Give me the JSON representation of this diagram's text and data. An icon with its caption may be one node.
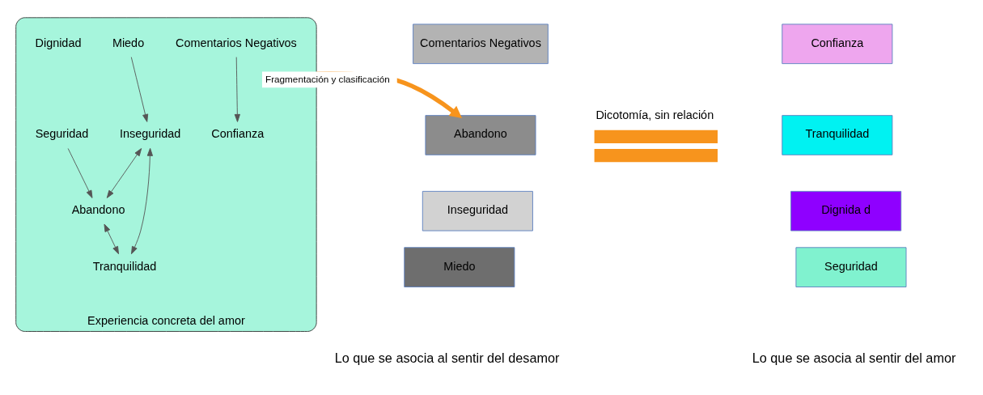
{
  "diagram": {
    "nodes": [
      {
        "text": [
          "Experiencia concreta del amor"
        ]
      },
      {
        "text": [
          "Comentarios Negativos"
        ],
        "in": 0
      },
      {
        "text": [
          "Confianza"
        ],
        "in": 0
      },
      {
        "text": [
          "Miedo"
        ],
        "in": 0
      },
      {
        "text": [
          "Seguridad"
        ],
        "in": 0
      },
      {
        "text": [
          "Abandono"
        ],
        "in": 0
      },
      {
        "text": [
          "Inseguridad"
        ],
        "in": 0
      },
      {
        "text": [
          "Tranquilidad"
        ],
        "in": 0
      },
      {
        "text": [
          "Dignidad"
        ],
        "in": 0
      },
      {
        "text": [
          "Comentarios Negativos"
        ]
      },
      {
        "text": [
          "Abandono"
        ]
      },
      {
        "text": [
          "Inseguridad"
        ]
      },
      {
        "text": [
          "Miedo"
        ]
      },
      {
        "text": [],
        "shape": "sign",
        "beside": [
          "Dicotomía, sin relación"
        ]
      },
      {
        "text": [
          "Confianza"
        ]
      },
      {
        "text": [
          "Tranquilidad"
        ]
      },
      {
        "text": [
          "Dignida d"
        ]
      },
      {
        "text": [
          "Seguridad"
        ]
      }
    ],
    "edges": [
      {
        "from": 1,
        "to": 2,
        "arrow": "to"
      },
      {
        "from": 4,
        "to": 5,
        "arrow": "to"
      },
      {
        "from": 3,
        "to": 6,
        "arrow": "to"
      },
      {
        "from": 6,
        "to": 5,
        "arrow": "both"
      },
      {
        "from": 6,
        "to": 7,
        "arrow": "both"
      },
      {
        "from": 5,
        "to": 7,
        "arrow": "both"
      },
      {
        "from": 0,
        "to": 10,
        "arrow": "to",
        "label": "Fragmentación y clasificación",
        "style": "thick",
        "color": "#f7941d"
      }
    ],
    "labels": [
      "Lo que se asocia al sentir del desamor",
      "Lo que se asocia al sentir del amor"
    ]
  }
}
